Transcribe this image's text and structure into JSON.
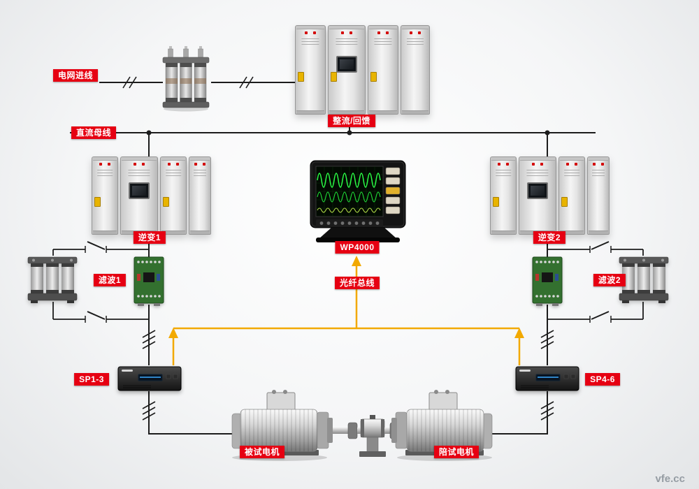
{
  "labels": {
    "grid_in": "电网进线",
    "rectifier": "整流/回馈",
    "dc_bus": "直流母线",
    "inverter1": "逆变1",
    "inverter2": "逆变2",
    "wp4000": "WP4000",
    "filter1": "滤波1",
    "filter2": "滤波2",
    "fiber_bus": "光纤总线",
    "sp13": "SP1-3",
    "sp46": "SP4-6",
    "motor_under_test": "被试电机",
    "motor_companion": "陪试电机"
  },
  "watermark": "vfe.cc",
  "colors": {
    "label_bg": "#e60012",
    "label_text": "#ffffff",
    "wire": "#1c1c1c",
    "fiber": "#f2a900",
    "trace_green": "#2bff46"
  }
}
